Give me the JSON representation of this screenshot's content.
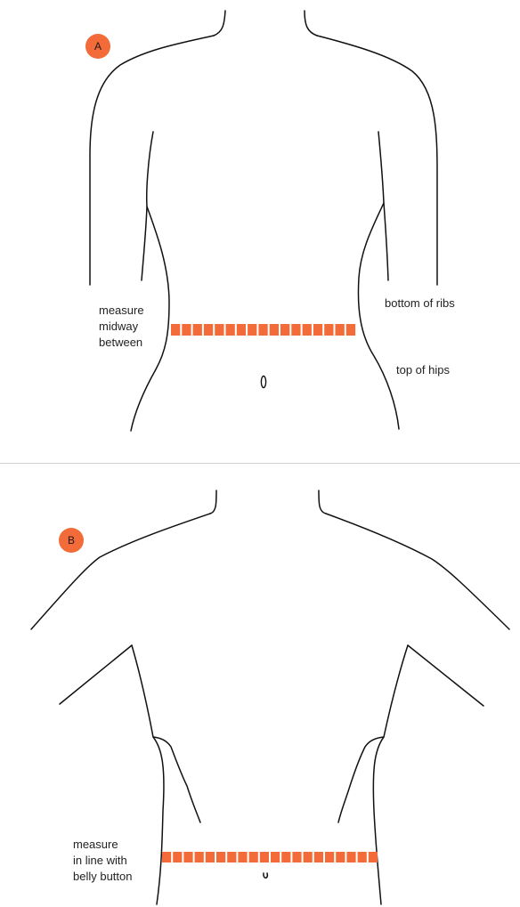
{
  "colors": {
    "accent": "#F26B38",
    "tape_segment": "#F26B38",
    "outline": "#111111",
    "divider": "#CFCFCF"
  },
  "figure_a": {
    "badge": "A",
    "instruction_lines": [
      "measure",
      "midway",
      "between"
    ],
    "upper_landmark": "bottom of ribs",
    "lower_landmark": "top of hips"
  },
  "figure_b": {
    "badge": "B",
    "instruction_lines": [
      "measure",
      "in line with",
      "belly button"
    ]
  }
}
